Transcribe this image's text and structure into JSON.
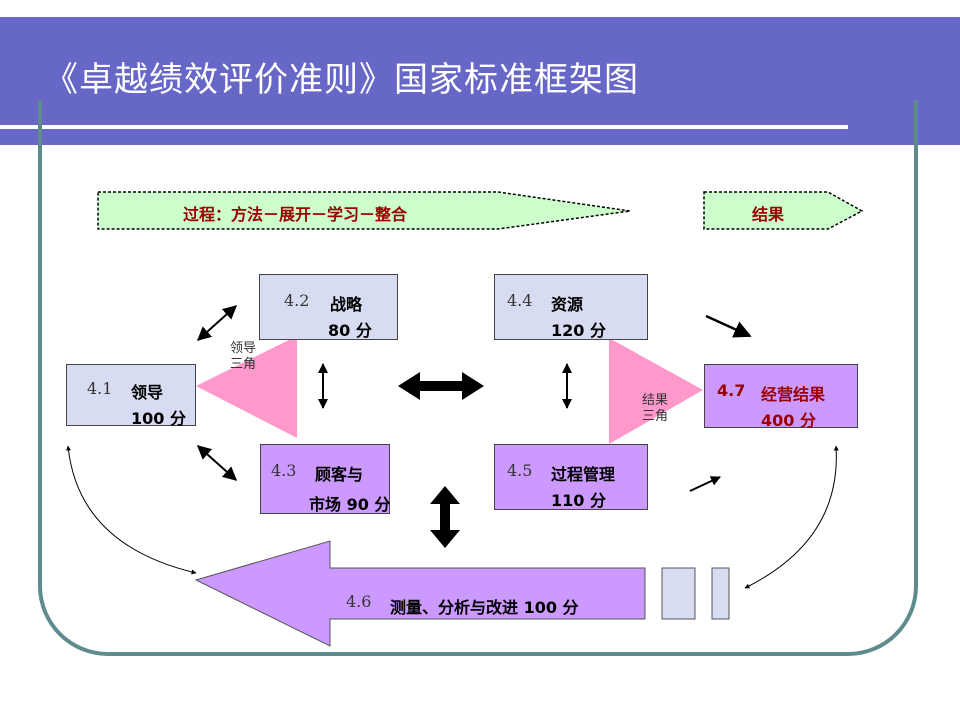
{
  "title": "《卓越绩效评价准则》国家标准框架图",
  "banner_process": "过程：方法－展开－学习－整合",
  "banner_result": "结果",
  "boxes": {
    "b41": {
      "num": "4.1",
      "label": "领导",
      "score": "100 分"
    },
    "b42": {
      "num": "4.2",
      "label": "战略",
      "score": "80 分"
    },
    "b43": {
      "num": "4.3",
      "label": "顾客与",
      "label2": "市场 90 分"
    },
    "b44": {
      "num": "4.4",
      "label": "资源",
      "score": "120 分"
    },
    "b45": {
      "num": "4.5",
      "label": "过程管理",
      "score": "110 分"
    },
    "b46": {
      "num": "4.6",
      "label": "测量、分析与改进  100 分"
    },
    "b47": {
      "num": "4.7",
      "label": "经营结果",
      "score": "400 分"
    }
  },
  "triangle_lead": {
    "line1": "领导",
    "line2": "三角"
  },
  "triangle_result": {
    "line1": "结果",
    "line2": "三角"
  },
  "colors": {
    "header": "#6767c7",
    "frame": "#5e8c8c",
    "banner": "#ccffcc",
    "triangle": "#ff99cc",
    "box_light": "#d8dcf2",
    "box_purple": "#cc99ff",
    "accent_red": "#990000"
  }
}
